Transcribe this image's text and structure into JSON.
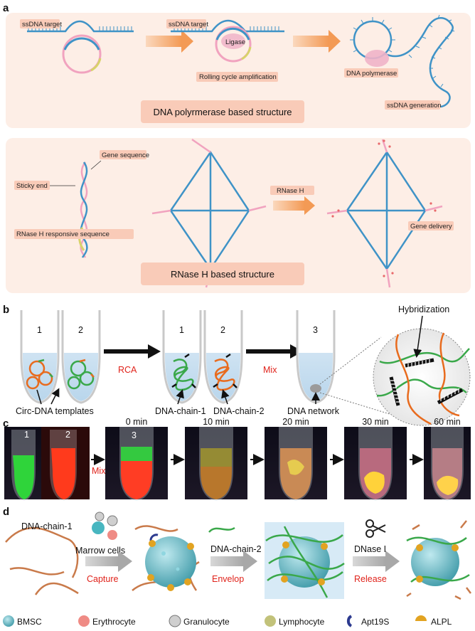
{
  "panel_a": {
    "label": "a",
    "top": {
      "ssdna_target_1": "ssDNA target",
      "ssdna_target_2": "ssDNA target",
      "ligase": "Ligase",
      "rolling": "Rolling cycle amplification",
      "polymerase": "DNA polymerase",
      "generation": "ssDNA generation",
      "title": "DNA polyrmerase based structure"
    },
    "bottom": {
      "gene_sequence": "Gene sequence",
      "sticky_end": "Sticky end",
      "rnase_responsive": "RNase H responsive sequence",
      "rnase_h": "RNase H",
      "gene_delivery": "Gene delivery",
      "title": "RNase H based structure"
    }
  },
  "panel_b": {
    "label": "b",
    "tube1": "1",
    "tube2": "2",
    "tube3": "1",
    "tube4": "2",
    "tube5": "3",
    "rca": "RCA",
    "mix": "Mix",
    "hybridization": "Hybridization",
    "circ_templates": "Circ-DNA templates",
    "chain1": "DNA-chain-1",
    "chain2": "DNA-chain-2",
    "network": "DNA network"
  },
  "panel_c": {
    "label": "c",
    "tube1": "1",
    "tube2": "2",
    "tube3": "3",
    "mix": "Mix",
    "times": [
      "0 min",
      "10 min",
      "20 min",
      "30 min",
      "60 min"
    ]
  },
  "panel_d": {
    "label": "d",
    "chain1": "DNA-chain-1",
    "marrow": "Marrow cells",
    "capture": "Capture",
    "chain2": "DNA-chain-2",
    "envelop": "Envelop",
    "dnase": "DNase I",
    "release": "Release",
    "legend": [
      "BMSC",
      "Erythrocyte",
      "Granulocyte",
      "Lymphocyte",
      "Apt19S",
      "ALPL"
    ]
  },
  "colors": {
    "panel_bg": "#fdeee6",
    "label_box": "#f9cbb8",
    "dna_blue": "#3f93c7",
    "arrow_orange": "#f6b07a",
    "strand_green": "#3aa84a",
    "strand_orange": "#e86b1e",
    "accent_red": "#e0221a"
  }
}
